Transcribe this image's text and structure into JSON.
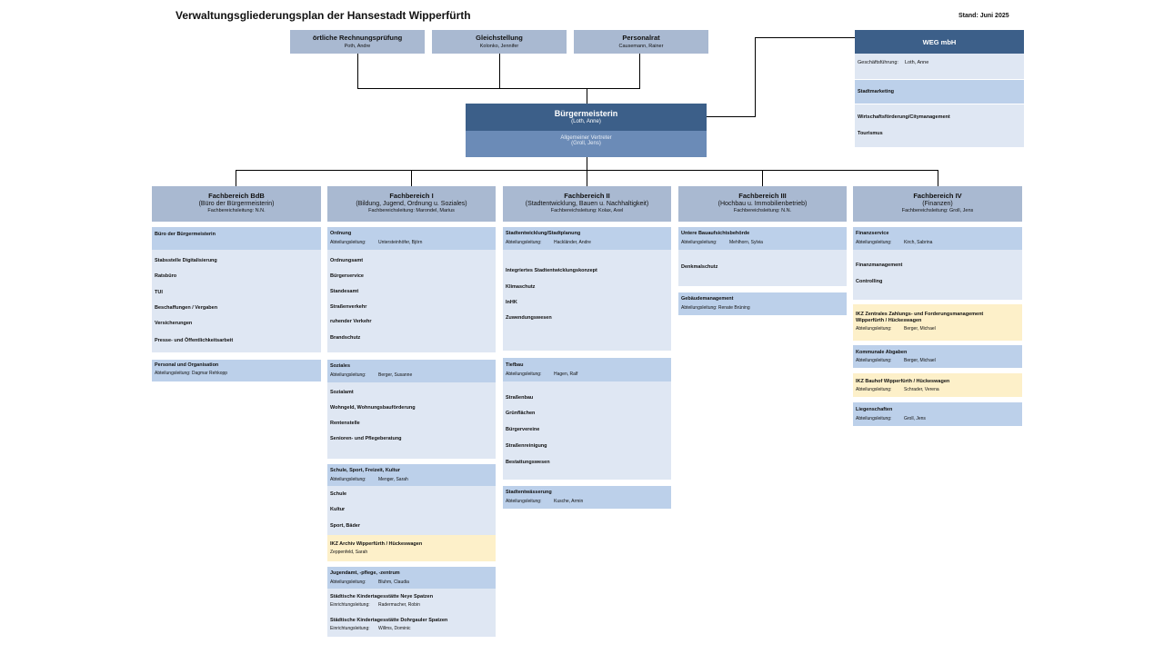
{
  "header": {
    "title": "Verwaltungsgliederungsplan der Hansestadt Wipperfürth",
    "stand": "Stand: Juni 2025"
  },
  "staff": [
    {
      "name": "örtliche Rechnungsprüfung",
      "person": "Poth, Andre"
    },
    {
      "name": "Gleichstellung",
      "person": "Kolonko, Jennifer"
    },
    {
      "name": "Personalrat",
      "person": "Causemann, Rainer"
    }
  ],
  "mayor": {
    "name": "Bürgermeisterin",
    "person": "(Loth, Anne)",
    "deputy_label": "Allgemeiner Vertreter",
    "deputy_person": "(Groll, Jens)"
  },
  "weg": {
    "name": "WEG mbH",
    "gf_label": "Geschäftsführung:",
    "gf_person": "Loth, Anne",
    "stadtmarketing": "Stadtmarketing",
    "wirtschaft": "Wirtschaftsförderung/Citymanagement",
    "tourismus": "Tourismus"
  },
  "fb": {
    "bdb": {
      "name": "Fachbereich BdB",
      "sub": "(Büro der Bürgermeisterin)",
      "lead": "Fachbereichsleitung: N.N.",
      "office": "Büro der Bürgermeisterin",
      "items": [
        "Stabsstelle Digitalisierung",
        "Ratsbüro",
        "TUI",
        "Beschaffungen / Vergaben",
        "Versicherungen",
        "Presse- und Öffentlichkeitsarbeit"
      ],
      "personal": "Personal und Organisation",
      "personal_lead": "Abteilungsleitung: Dagmar Rehkopp"
    },
    "fb1": {
      "name": "Fachbereich I",
      "sub": "(Bildung, Jugend, Ordnung u. Soziales)",
      "lead": "Fachbereichsleitung: Marondel, Marius",
      "ordnung": "Ordnung",
      "ordnung_label": "Abteilungsleitung:",
      "ordnung_lead": "Untersteinhöfer, Björn",
      "ordnung_items": [
        "Ordnungsamt",
        "Bürgerservice",
        "Standesamt",
        "Straßenverkehr",
        "ruhender Verkehr",
        "Brandschutz"
      ],
      "soziales": "Soziales",
      "soziales_label": "Abteilungsleitung:",
      "soziales_lead": "Berger, Susanne",
      "soziales_items": [
        "Sozialamt",
        "Wohngeld, Wohnungsbauförderung",
        "Rentenstelle",
        "Senioren- und Pflegeberatung"
      ],
      "schule": "Schule, Sport, Freizeit, Kultur",
      "schule_label": "Abteilungsleitung:",
      "schule_lead": "Menger, Sarah",
      "schule_items": [
        "Schule",
        "Kultur",
        "Sport, Bäder"
      ],
      "archiv": "IKZ Archiv Wipperfürth / Hückeswagen",
      "archiv_person": "Zeppenfeld, Sarah",
      "jugend": "Jugendamt, -pflege, -zentrum",
      "jugend_label": "Abteilungsleitung:",
      "jugend_lead": "Bluhm, Claudia",
      "kita1": "Städtische Kindertagesstätte Neye Spatzen",
      "kita1_label": "Einrichtungsleitung:",
      "kita1_lead": "Radermacher, Robin",
      "kita2": "Städtische Kindertagesstätte Dohrgauler Spatzen",
      "kita2_label": "Einrichtungsleitung:",
      "kita2_lead": "Willms, Dominic"
    },
    "fb2": {
      "name": "Fachbereich II",
      "sub": "(Stadtentwicklung, Bauen u. Nachhaltigkeit)",
      "lead": "Fachbereichsleitung: Kolax, Axel",
      "stadt": "Stadtentwicklung/Stadtplanung",
      "stadt_label": "Abteilungsleitung:",
      "stadt_lead": "Hackländer, Andre",
      "stadt_items": [
        "Integriertes Stadtentwicklungskonzept",
        "Klimaschutz",
        "InHK",
        "Zuwendungswesen"
      ],
      "tiefbau": "Tiefbau",
      "tiefbau_label": "Abteilungsleitung:",
      "tiefbau_lead": "Hagen, Ralf",
      "tiefbau_items": [
        "Straßenbau",
        "Grünflächen",
        "Bürgervereine",
        "Straßenreinigung",
        "Bestattungswesen"
      ],
      "entw": "Stadtentwässerung",
      "entw_label": "Abteilungsleitung:",
      "entw_lead": "Kusche, Armin"
    },
    "fb3": {
      "name": "Fachbereich III",
      "sub": "(Hochbau u. Immobilienbetrieb)",
      "lead": "Fachbereichsleitung: N.N.",
      "bau": "Untere Bauaufsichtsbehörde",
      "bau_label": "Abteilungsleitung:",
      "bau_lead": "Mehlhorn, Sylvia",
      "denkmal": "Denkmalschutz",
      "geb": "Gebäudemanagement",
      "geb_lead": "Abteilungsleitung: Renate Brüning"
    },
    "fb4": {
      "name": "Fachbereich IV",
      "sub": "(Finanzen)",
      "lead": "Fachbereichsleitung: Groll, Jens",
      "fin": "Finanzservice",
      "fin_label": "Abteilungsleitung:",
      "fin_lead": "Kirch, Sabrina",
      "fin_items": [
        "Finanzmanagement",
        "Controlling"
      ],
      "ikz1": "IKZ Zentrales Zahlungs- und Forderungsmanagement",
      "ikz1b": "Wipperfürth / Hückeswagen",
      "ikz1_label": "Abteilungsleitung:",
      "ikz1_lead": "Berger, Michael",
      "komm": "Kommunale Abgaben",
      "komm_label": "Abteilungsleitung:",
      "komm_lead": "Berger, Michael",
      "ikz2": "IKZ Bauhof Wipperfürth / Hückeswagen",
      "ikz2_label": "Abteilungsleitung:",
      "ikz2_lead": "Schrader, Verena",
      "lieg": "Liegenschaften",
      "lieg_label": "Abteilungsleitung:",
      "lieg_lead": "Groll, Jens"
    }
  },
  "colors": {
    "dark": "#3c5f89",
    "mid": "#6b8bb7",
    "head": "#a9b9d1",
    "unit": "#bcd0ea",
    "light": "#dfe7f3",
    "ikz": "#fdf0c9"
  }
}
